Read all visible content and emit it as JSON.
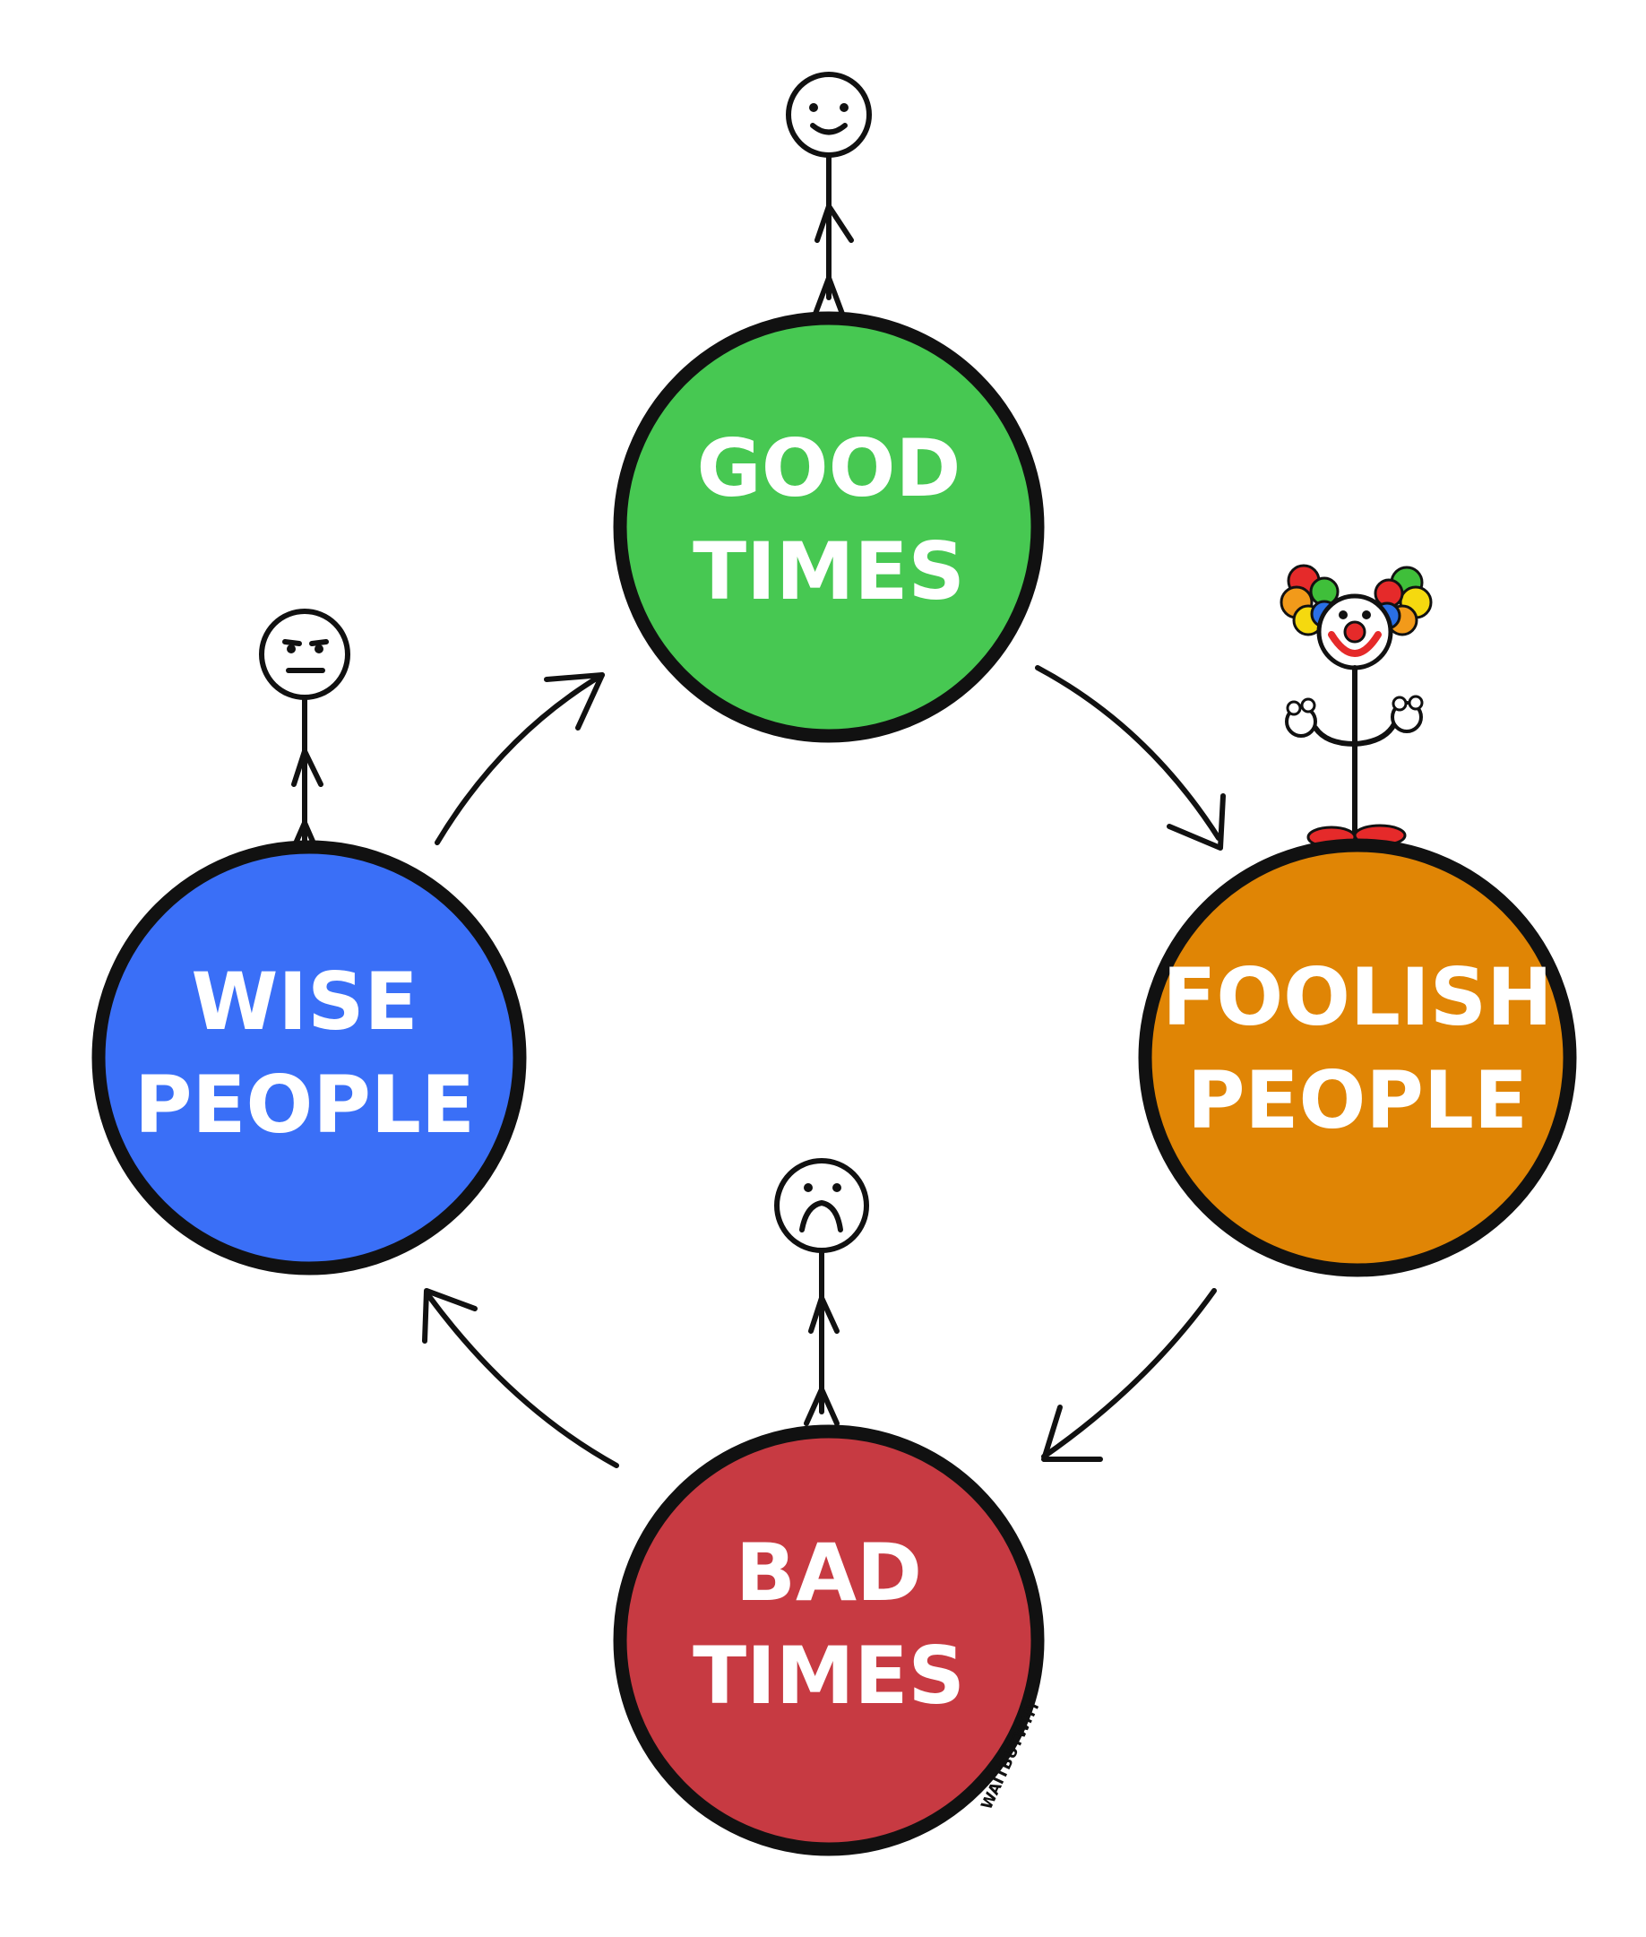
{
  "nodes": [
    {
      "id": "good-times",
      "lines": [
        "GOOD",
        "TIMES"
      ],
      "color": "#47c852",
      "figure": "smiling stick figure"
    },
    {
      "id": "foolish-people",
      "lines": [
        "FOOLISH",
        "PEOPLE"
      ],
      "color": "#e08505",
      "figure": "clown stick figure"
    },
    {
      "id": "bad-times",
      "lines": [
        "BAD",
        "TIMES"
      ],
      "color": "#c73a42",
      "figure": "frowning stick figure"
    },
    {
      "id": "wise-people",
      "lines": [
        "WISE",
        "PEOPLE"
      ],
      "color": "#3a6ff7",
      "figure": "serious stick figure"
    }
  ],
  "edges": [
    {
      "from": "good-times",
      "to": "foolish-people"
    },
    {
      "from": "foolish-people",
      "to": "bad-times"
    },
    {
      "from": "bad-times",
      "to": "wise-people"
    },
    {
      "from": "wise-people",
      "to": "good-times"
    }
  ],
  "credit": "WAITBUTWHY",
  "clown_hair_colors": [
    "#e52a2a",
    "#f29a1a",
    "#f5d90f",
    "#3fbf3a",
    "#2a6fe5"
  ],
  "clown_nose_color": "#e52a2a",
  "stroke_color": "#111111"
}
